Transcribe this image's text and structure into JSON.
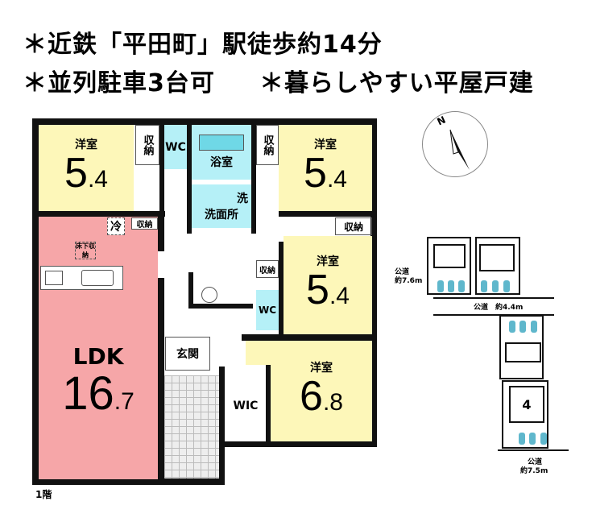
{
  "headline": {
    "line1": "＊近鉄「平田町」駅徒歩約14分",
    "line2a": "＊並列駐車3台可",
    "line2b": "＊暮らしやすい平屋戸建"
  },
  "floor_label": "1階",
  "rooms": {
    "bed1": {
      "name": "洋室",
      "size_int": "5",
      "size_dec": ".4"
    },
    "bed2": {
      "name": "洋室",
      "size_int": "5",
      "size_dec": ".4"
    },
    "bed3": {
      "name": "洋室",
      "size_int": "5",
      "size_dec": ".4"
    },
    "bed4": {
      "name": "洋室",
      "size_int": "6",
      "size_dec": ".8"
    },
    "ldk": {
      "name": "LDK",
      "size_int": "16",
      "size_dec": ".7"
    },
    "wc1": "WC",
    "wc2": "WC",
    "bath": "浴室",
    "wash": "洗面所",
    "washer": "洗",
    "storage": "収納",
    "fridge": "冷",
    "underfloor": "床下収納",
    "entrance": "玄関",
    "wic": "WIC"
  },
  "compass": {
    "label": "N"
  },
  "site": {
    "road1": "公道",
    "road1_w": "約7.6m",
    "road2": "公道　約4.4m",
    "road3": "公道",
    "road3_w": "約7.5m",
    "lot": "4"
  },
  "colors": {
    "bedroom": "#fdf7b9",
    "ldk": "#f6a6a8",
    "wet": "#b5f0f7"
  }
}
